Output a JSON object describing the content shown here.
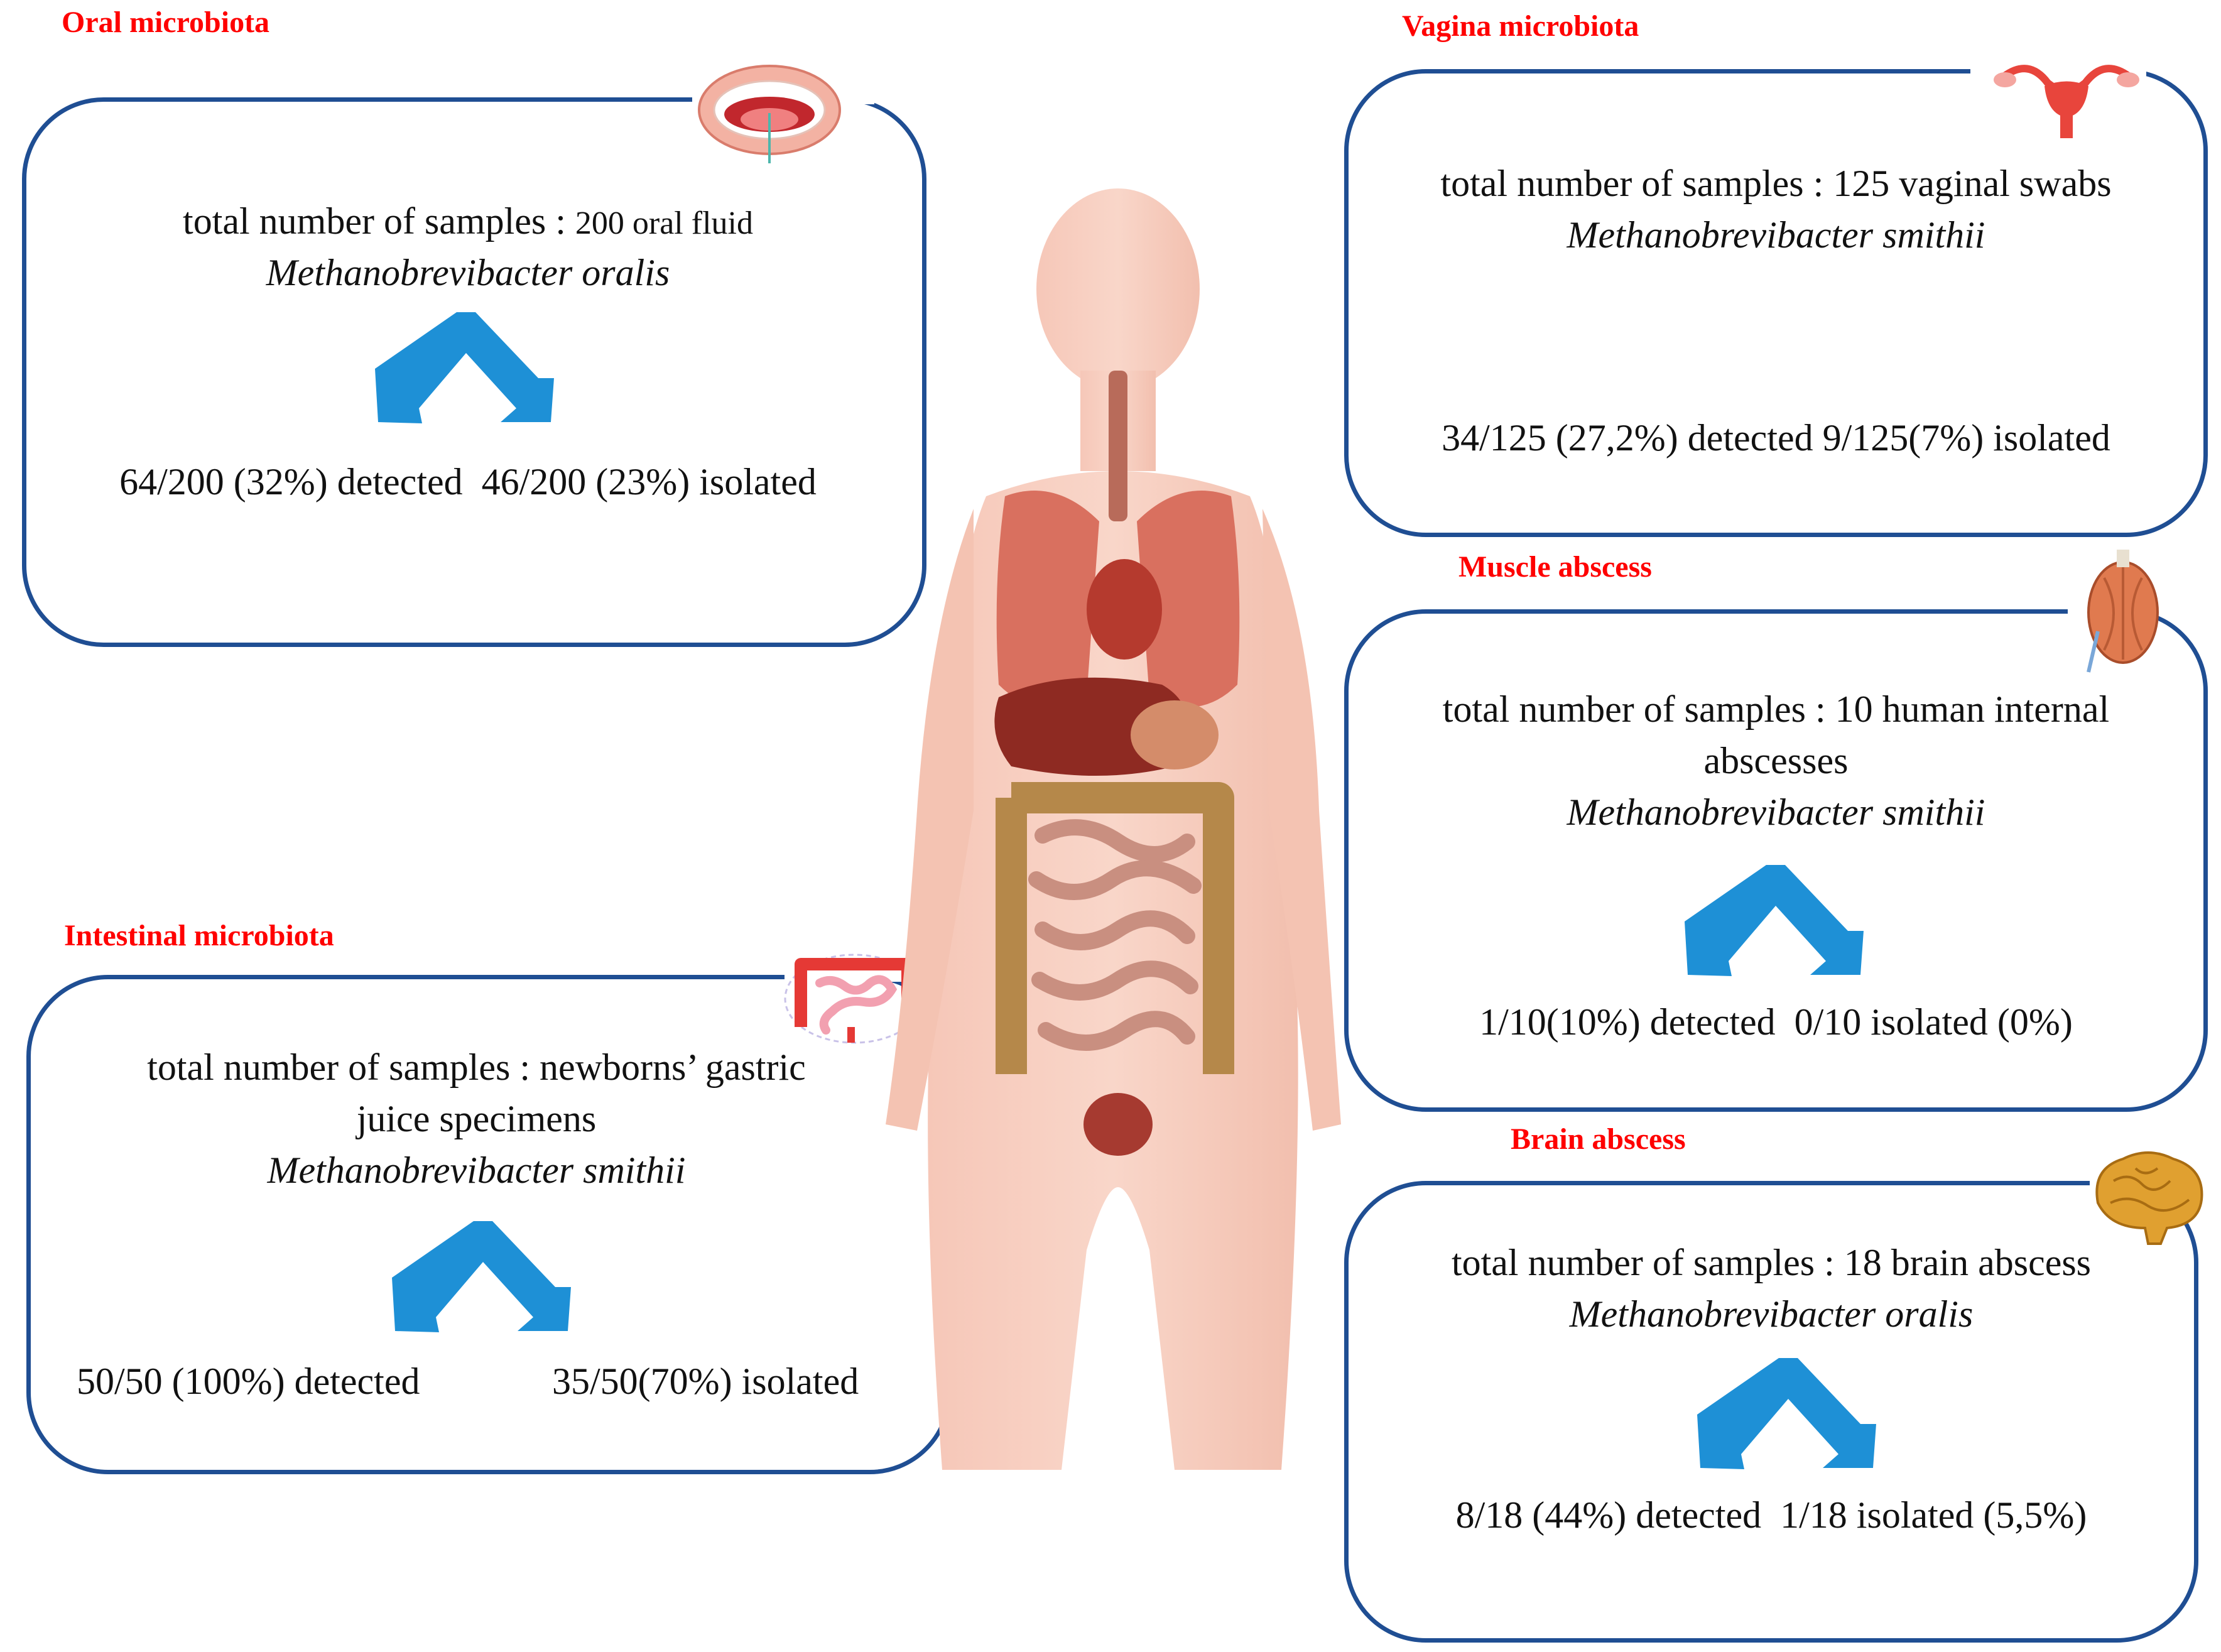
{
  "sections": {
    "oral": {
      "title": "Oral microbiota",
      "samples_label": "total number of samples :",
      "samples_value": "200 oral fluid",
      "species": "Methanobrevibacter oralis",
      "detected": "64/200 (32%) detected",
      "isolated": "46/200 (23%) isolated",
      "icon": "mouth-icon"
    },
    "vagina": {
      "title": "Vagina microbiota",
      "samples_text": "total number of samples : 125 vaginal swabs",
      "species": "Methanobrevibacter smithii",
      "detected": "34/125 (27,2%) detected",
      "isolated": "9/125(7%) isolated",
      "icon": "uterus-icon"
    },
    "muscle": {
      "title": "Muscle abscess",
      "samples_line1": "total number of samples : 10 human internal",
      "samples_line2": "abscesses",
      "species": "Methanobrevibacter smithii",
      "detected": "1/10(10%) detected",
      "isolated": "0/10 isolated (0%)",
      "icon": "muscle-icon"
    },
    "intestinal": {
      "title": "Intestinal microbiota",
      "samples_line1": "total number of samples : newborns’ gastric",
      "samples_line2": "juice specimens",
      "species": "Methanobrevibacter smithii",
      "detected": "50/50 (100%) detected",
      "isolated": "35/50(70%) isolated",
      "icon": "intestine-icon"
    },
    "brain": {
      "title": "Brain abscess",
      "samples_text": "total number of samples :  18 brain abscess",
      "species": "Methanobrevibacter oralis",
      "detected": "8/18 (44%) detected",
      "isolated": "1/18 isolated (5,5%)",
      "icon": "brain-icon"
    }
  },
  "colors": {
    "title_red": "#ff0000",
    "box_border": "#1f4e93",
    "arrow_blue": "#1e90d6"
  }
}
